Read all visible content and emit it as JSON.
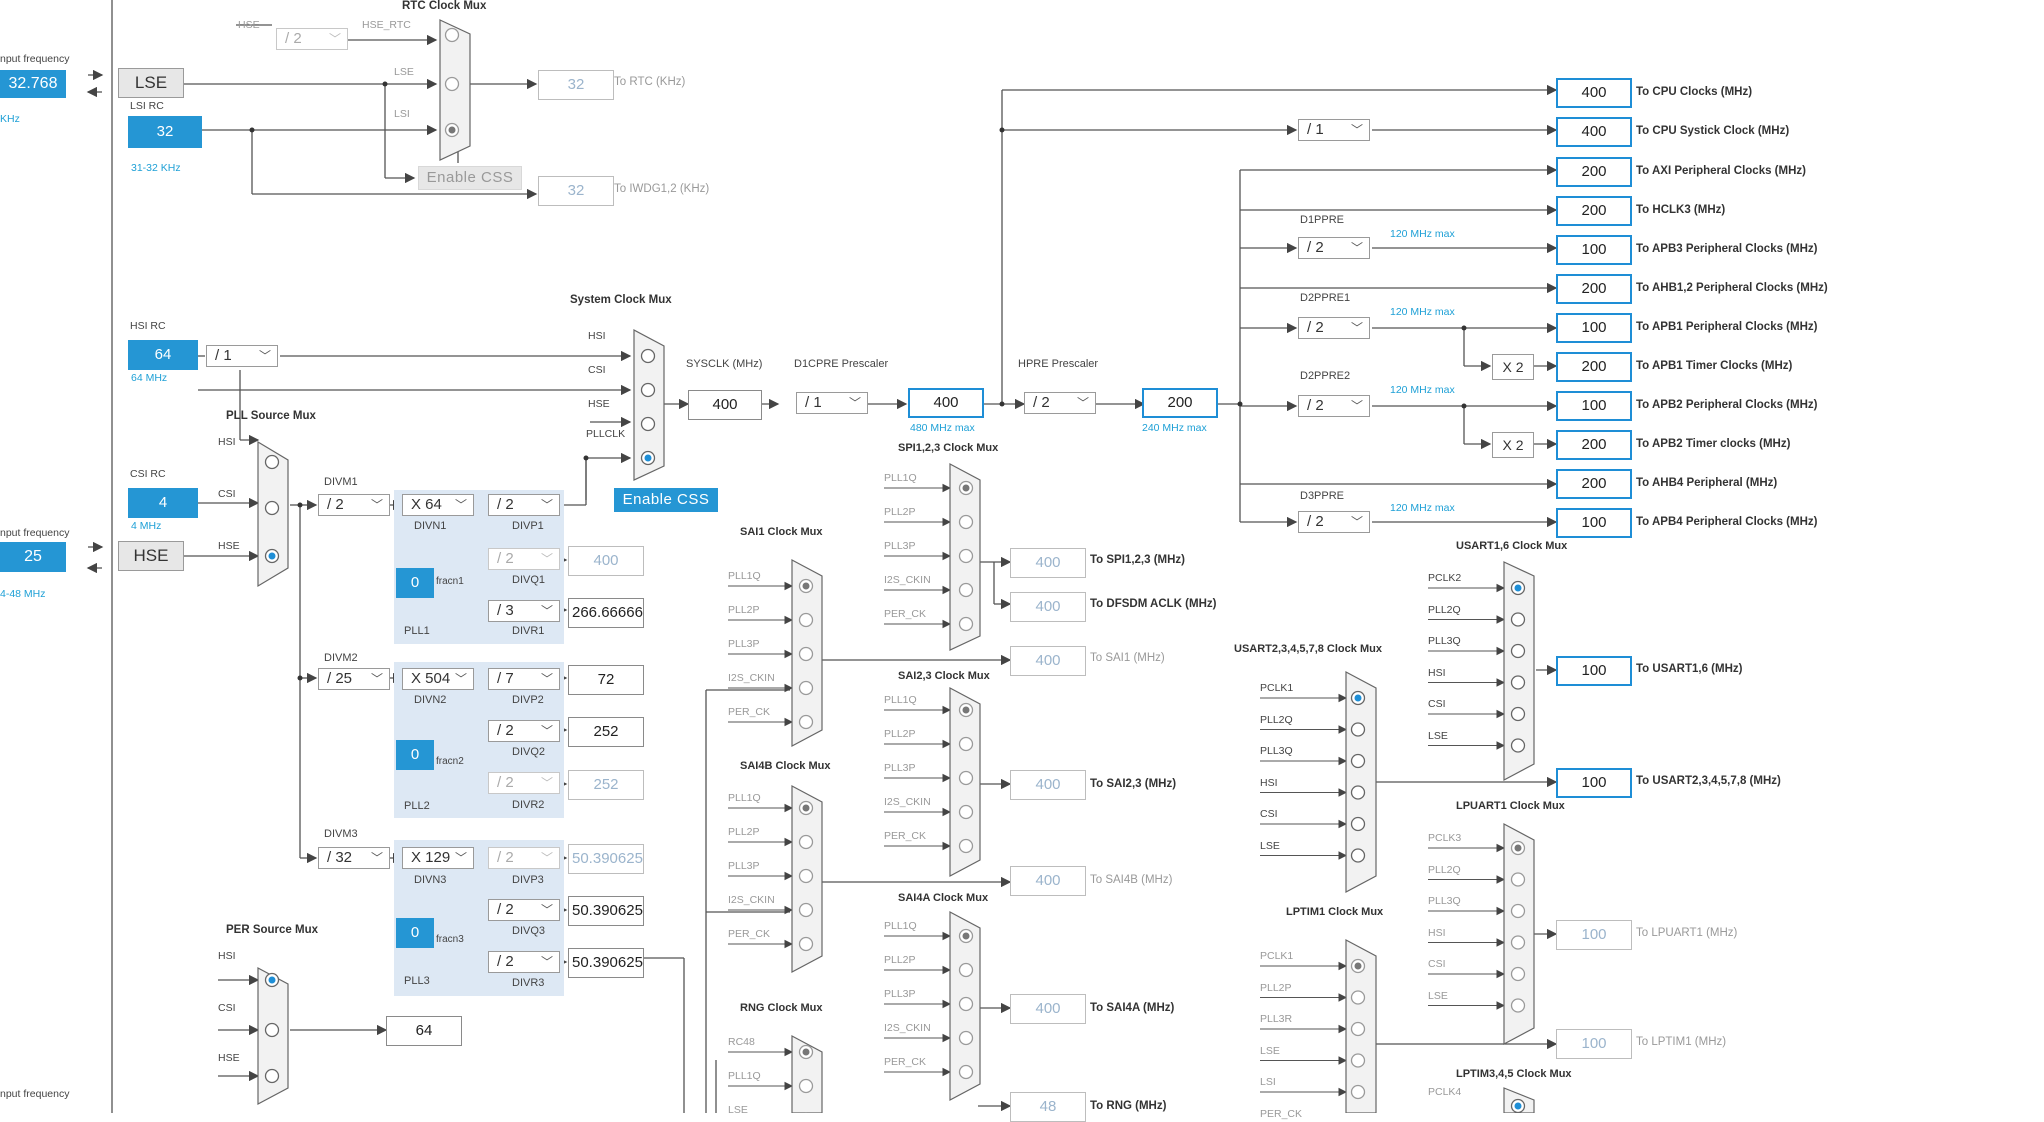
{
  "left": {
    "input_freq_top": "nput frequency",
    "lse_value": "32.768",
    "lse_unit": "KHz",
    "lse_label": "LSE",
    "lsi_rc_label": "LSI RC",
    "lsi_value": "32",
    "lsi_range": "31-32 KHz",
    "hsi_rc_label": "HSI RC",
    "hsi_value": "64",
    "hsi_unit": "64 MHz",
    "csi_rc_label": "CSI RC",
    "csi_value": "4",
    "csi_unit": "4 MHz",
    "input_freq_mid": "nput frequency",
    "hse_value": "25",
    "hse_range": "4-48 MHz",
    "hse_label": "HSE",
    "input_freq_bot": "nput frequency"
  },
  "rtc": {
    "title": "RTC Clock Mux",
    "hse_in": "HSE",
    "div": "/ 2",
    "hse_rtc": "HSE_RTC",
    "lse": "LSE",
    "lsi": "LSI",
    "rtc_out": "32",
    "rtc_label": "To RTC (KHz)",
    "enable_css": "Enable CSS",
    "iwdg_out": "32",
    "iwdg_label": "To IWDG1,2 (KHz)"
  },
  "sysmux": {
    "title": "System Clock Mux",
    "in_hsi": "HSI",
    "in_csi": "CSI",
    "in_hse": "HSE",
    "in_pllclk": "PLLCLK",
    "hsi_div": "/ 1",
    "enable_css": "Enable CSS",
    "sysclk_label": "SYSCLK (MHz)",
    "sysclk_value": "400",
    "d1cpre_label": "D1CPRE Prescaler",
    "d1cpre": "/ 1",
    "cpu_value": "400",
    "cpu_max": "480 MHz max",
    "hpre_label": "HPRE Prescaler",
    "hpre": "/ 2",
    "hclk_value": "200",
    "hclk_max": "240 MHz max"
  },
  "pll": {
    "source_title": "PLL Source Mux",
    "src_hsi": "HSI",
    "src_csi": "CSI",
    "src_hse": "HSE",
    "divm1_label": "DIVM1",
    "divm1": "/ 2",
    "divn1": "X 64",
    "divn1_label": "DIVN1",
    "divp1": "/ 2",
    "divp1_label": "DIVP1",
    "divq1": "/ 2",
    "divq1_label": "DIVQ1",
    "divq1_out": "400",
    "divr1": "/ 3",
    "divr1_label": "DIVR1",
    "divr1_out": "266.66666",
    "fracn1": "0",
    "fracn1_label": "fracn1",
    "pll1_label": "PLL1",
    "divm2_label": "DIVM2",
    "divm2": "/ 25",
    "divn2": "X 504",
    "divn2_label": "DIVN2",
    "divp2": "/ 7",
    "divp2_label": "DIVP2",
    "divp2_out": "72",
    "divq2": "/ 2",
    "divq2_label": "DIVQ2",
    "divq2_out": "252",
    "divr2": "/ 2",
    "divr2_label": "DIVR2",
    "divr2_out": "252",
    "fracn2": "0",
    "fracn2_label": "fracn2",
    "pll2_label": "PLL2",
    "divm3_label": "DIVM3",
    "divm3": "/ 32",
    "divn3": "X 129",
    "divn3_label": "DIVN3",
    "divp3": "/ 2",
    "divp3_label": "DIVP3",
    "divp3_out": "50.390625",
    "divq3": "/ 2",
    "divq3_label": "DIVQ3",
    "divq3_out": "50.390625",
    "divr3": "/ 2",
    "divr3_label": "DIVR3",
    "divr3_out": "50.390625",
    "fracn3": "0",
    "fracn3_label": "fracn3",
    "pll3_label": "PLL3"
  },
  "per": {
    "title": "PER Source Mux",
    "hsi": "HSI",
    "csi": "CSI",
    "hse": "HSE",
    "out": "64"
  },
  "periph_mux": {
    "spi_title": "SPI1,2,3 Clock Mux",
    "spi_out": "400",
    "spi_label": "To SPI1,2,3 (MHz)",
    "dfsdm_out": "400",
    "dfsdm_label": "To DFSDM ACLK (MHz)",
    "sai1_title": "SAI1 Clock Mux",
    "sai1_out": "400",
    "sai1_label": "To SAI1 (MHz)",
    "sai23_title": "SAI2,3 Clock Mux",
    "sai23_out": "400",
    "sai23_label": "To SAI2,3 (MHz)",
    "sai4b_title": "SAI4B Clock Mux",
    "sai4b_out": "400",
    "sai4b_label": "To SAI4B (MHz)",
    "sai4a_title": "SAI4A Clock Mux",
    "sai4a_out": "400",
    "sai4a_label": "To SAI4A (MHz)",
    "rng_title": "RNG Clock Mux",
    "rng_out": "48",
    "rng_label": "To RNG (MHz)",
    "in_pll1q": "PLL1Q",
    "in_pll2p": "PLL2P",
    "in_pll3p": "PLL3P",
    "in_i2s": "I2S_CKIN",
    "in_perck": "PER_CK",
    "in_rc48": "RC48",
    "in_lse": "LSE"
  },
  "bus": {
    "d1ppre_label": "D1PPRE",
    "d1ppre": "/ 2",
    "d2ppre1_label": "D2PPRE1",
    "d2ppre1": "/ 2",
    "d2ppre2_label": "D2PPRE2",
    "d2ppre2": "/ 2",
    "d3ppre_label": "D3PPRE",
    "d3ppre": "/ 2",
    "systick_div": "/ 1",
    "max120": "120 MHz max",
    "x2": "X 2"
  },
  "outputs": [
    {
      "value": "400",
      "label": "To CPU Clocks (MHz)"
    },
    {
      "value": "400",
      "label": "To CPU Systick Clock (MHz)"
    },
    {
      "value": "200",
      "label": "To AXI Peripheral Clocks (MHz)"
    },
    {
      "value": "200",
      "label": "To HCLK3 (MHz)"
    },
    {
      "value": "100",
      "label": "To APB3 Peripheral Clocks (MHz)"
    },
    {
      "value": "200",
      "label": "To AHB1,2 Peripheral Clocks (MHz)"
    },
    {
      "value": "100",
      "label": "To APB1 Peripheral Clocks (MHz)"
    },
    {
      "value": "200",
      "label": "To APB1 Timer Clocks (MHz)"
    },
    {
      "value": "100",
      "label": "To APB2 Peripheral Clocks (MHz)"
    },
    {
      "value": "200",
      "label": "To APB2 Timer clocks (MHz)"
    },
    {
      "value": "200",
      "label": "To AHB4 Peripheral (MHz)"
    },
    {
      "value": "100",
      "label": "To APB4 Peripheral Clocks (MHz)"
    }
  ],
  "usart": {
    "u16_title": "USART1,6 Clock Mux",
    "u16_in": [
      "PCLK2",
      "PLL2Q",
      "PLL3Q",
      "HSI",
      "CSI",
      "LSE"
    ],
    "u16_out": "100",
    "u16_label": "To USART1,6 (MHz)",
    "u2_title": "USART2,3,4,5,7,8 Clock Mux",
    "u2_in": [
      "PCLK1",
      "PLL2Q",
      "PLL3Q",
      "HSI",
      "CSI",
      "LSE"
    ],
    "u2_out": "100",
    "u2_label": "To USART2,3,4,5,7,8 (MHz)",
    "lpuart_title": "LPUART1 Clock Mux",
    "lpuart_in": [
      "PCLK3",
      "PLL2Q",
      "PLL3Q",
      "HSI",
      "CSI",
      "LSE"
    ],
    "lpuart_out": "100",
    "lpuart_label": "To LPUART1 (MHz)",
    "lptim1_title": "LPTIM1 Clock Mux",
    "lptim1_in": [
      "PCLK1",
      "PLL2P",
      "PLL3R",
      "LSE",
      "LSI",
      "PER_CK"
    ],
    "lptim1_out": "100",
    "lptim1_label": "To LPTIM1 (MHz)",
    "lptim345_title": "LPTIM3,4,5 Clock Mux",
    "lptim345_in": "PCLK4"
  },
  "colors": {
    "accent": "#2596d4",
    "pll_bg": "#dde8f4",
    "line": "#555555"
  }
}
